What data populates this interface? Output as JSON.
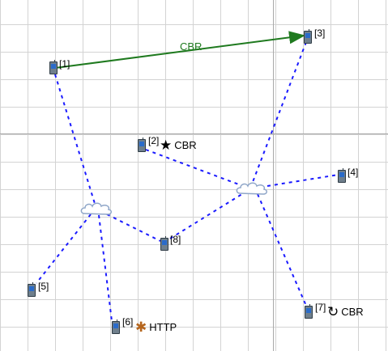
{
  "nodes": [
    {
      "label": "[1]"
    },
    {
      "label": "[2]"
    },
    {
      "label": "[3]"
    },
    {
      "label": "[4]"
    },
    {
      "label": "[5]"
    },
    {
      "label": "[6]"
    },
    {
      "label": "[7]"
    },
    {
      "label": "[8]"
    }
  ],
  "flow": {
    "label": "CBR",
    "color": "#1f7a1f"
  },
  "traffic": [
    {
      "symbol": "★",
      "label": "CBR",
      "icon": "star-icon"
    },
    {
      "symbol": "✱",
      "label": "HTTP",
      "icon": "asterisk-icon",
      "color": "#b5651d"
    },
    {
      "symbol": "↻",
      "label": "CBR",
      "icon": "cycle-icon"
    }
  ],
  "link_color": "#1a1aff"
}
